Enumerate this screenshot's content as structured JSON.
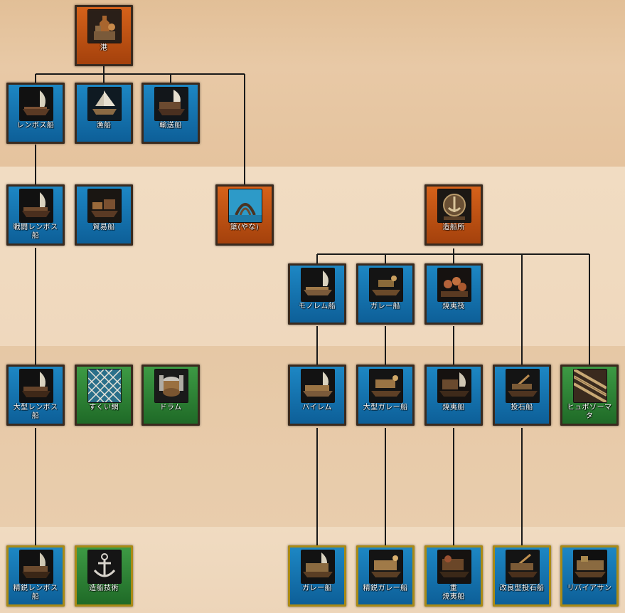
{
  "tree": {
    "nodes": [
      {
        "id": "harbor",
        "label": "港",
        "kind": "building",
        "icon": "harbor-icon"
      },
      {
        "id": "lembos",
        "label": "レンボス船",
        "kind": "unit",
        "icon": "lembos-icon"
      },
      {
        "id": "fishing-ship",
        "label": "漁船",
        "kind": "unit",
        "icon": "fishing-ship-icon"
      },
      {
        "id": "transport-ship",
        "label": "輸送船",
        "kind": "unit",
        "icon": "transport-ship-icon"
      },
      {
        "id": "war-lembos",
        "label": "戦闘レンボス\n船",
        "kind": "unit",
        "icon": "war-lembos-icon"
      },
      {
        "id": "trade-ship",
        "label": "貿易船",
        "kind": "unit",
        "icon": "trade-ship-icon"
      },
      {
        "id": "fish-trap",
        "label": "簗(やな)",
        "kind": "building",
        "icon": "fish-trap-icon"
      },
      {
        "id": "naval-yard",
        "label": "造船所",
        "kind": "building",
        "icon": "naval-yard-icon"
      },
      {
        "id": "monoreme",
        "label": "モノレム船",
        "kind": "unit",
        "icon": "monoreme-icon"
      },
      {
        "id": "galley",
        "label": "ガレー船",
        "kind": "unit",
        "icon": "galley-icon"
      },
      {
        "id": "fire-raft",
        "label": "焼夷筏",
        "kind": "unit",
        "icon": "fire-raft-icon"
      },
      {
        "id": "heavy-lembos",
        "label": "大型レンボス\n船",
        "kind": "unit",
        "icon": "heavy-lembos-icon"
      },
      {
        "id": "scoop-net",
        "label": "すくい網",
        "kind": "tech",
        "icon": "scoop-net-icon"
      },
      {
        "id": "drum",
        "label": "ドラム",
        "kind": "tech",
        "icon": "drum-icon"
      },
      {
        "id": "bireme",
        "label": "バイレム",
        "kind": "unit",
        "icon": "bireme-icon"
      },
      {
        "id": "heavy-galley",
        "label": "大型ガレー船",
        "kind": "unit",
        "icon": "heavy-galley-icon"
      },
      {
        "id": "fire-ship",
        "label": "焼夷船",
        "kind": "unit",
        "icon": "fire-ship-icon"
      },
      {
        "id": "catapult-ship",
        "label": "投石船",
        "kind": "unit",
        "icon": "catapult-ship-icon"
      },
      {
        "id": "hypozomata",
        "label": "ヒュポゾーマ\nタ",
        "kind": "tech",
        "icon": "hypozomata-icon"
      },
      {
        "id": "elite-lembos",
        "label": "精鋭レンボス\n船",
        "kind": "unit",
        "gold": true,
        "icon": "elite-lembos-icon"
      },
      {
        "id": "shipwright",
        "label": "造船技術",
        "kind": "tech",
        "gold": true,
        "icon": "anchor-icon"
      },
      {
        "id": "trireme",
        "label": "ガレー船",
        "kind": "unit",
        "gold": true,
        "icon": "trireme-icon"
      },
      {
        "id": "elite-galley",
        "label": "精鋭ガレー船",
        "kind": "unit",
        "gold": true,
        "icon": "elite-galley-icon"
      },
      {
        "id": "heavy-fire-ship",
        "label": "重\n焼夷船",
        "kind": "unit",
        "gold": true,
        "icon": "heavy-fire-ship-icon"
      },
      {
        "id": "improved-catapult-ship",
        "label": "改良型投石船",
        "kind": "unit",
        "gold": true,
        "icon": "improved-catapult-ship-icon"
      },
      {
        "id": "leviathan",
        "label": "リバイアサン",
        "kind": "unit",
        "gold": true,
        "icon": "leviathan-icon"
      }
    ]
  },
  "colors": {
    "unit": "#1679b6",
    "building": "#c2561a",
    "tech": "#2f8a39",
    "line": "#1a1a1a",
    "gold_frame": "#a98a16"
  }
}
